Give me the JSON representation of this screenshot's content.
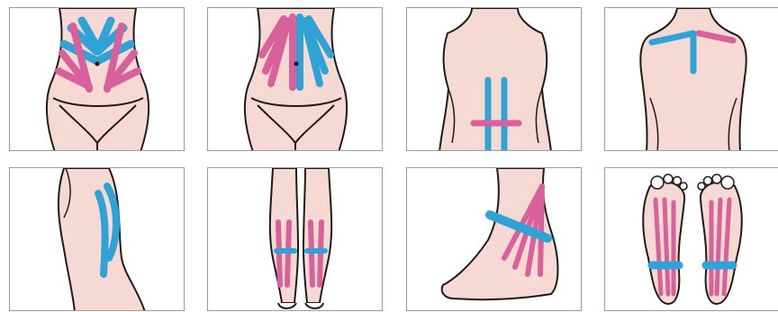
{
  "figure": {
    "panels": [
      {
        "region": "abdomen-front",
        "tape_colors": [
          "pink",
          "blue"
        ]
      },
      {
        "region": "abdomen-front-vertical",
        "tape_colors": [
          "pink",
          "blue"
        ]
      },
      {
        "region": "lower-back",
        "tape_colors": [
          "blue",
          "pink"
        ]
      },
      {
        "region": "upper-back-shoulders",
        "tape_colors": [
          "blue",
          "pink"
        ]
      },
      {
        "region": "thigh-side",
        "tape_colors": [
          "blue"
        ]
      },
      {
        "region": "calves-back",
        "tape_colors": [
          "pink",
          "blue"
        ]
      },
      {
        "region": "ankle-heel",
        "tape_colors": [
          "pink",
          "blue"
        ]
      },
      {
        "region": "foot-soles",
        "tape_colors": [
          "pink",
          "blue"
        ]
      }
    ]
  },
  "colors": {
    "skin": "#f7d9d3",
    "outline": "#1f1a1a",
    "tape_pink": "#d9619b",
    "tape_blue": "#2fa3d6",
    "panel_border": "#9a9a9a"
  }
}
